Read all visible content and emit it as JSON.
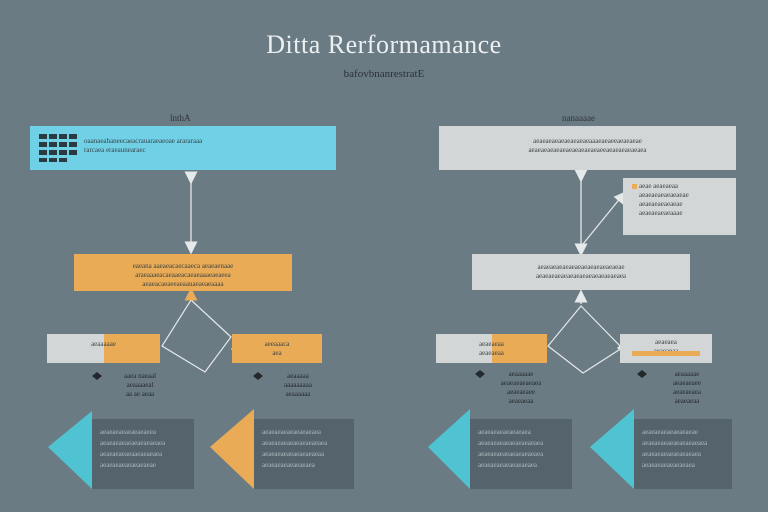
{
  "header": {
    "title": "Ditta  Rerformamance",
    "subtitle": "bafovbnanrestratE"
  },
  "colors": {
    "background": "#6b7b84",
    "cyan": "#6fd0e6",
    "orange": "#e9ab55",
    "light_gray": "#d3d6d6",
    "dark_panel": "#55646c"
  },
  "left": {
    "label": "lnthA",
    "top_box_text": "oaanaeahaneecaeacrauaraeaeoae arararaaa\nrarcaea eraeaunearaec",
    "middle_box_text": "eaeana aaeaeacaecaaeca aeaeaenaae\naraeaaaeacaeaaeacaeaeaaaeaeaeea\naeaeacaeaeeaeaauaeaeaeaaaa",
    "left_node_text": "aeaaaaae",
    "right_node_text": "aeeaaaca\naea",
    "label_a": "aaea naeaal\naeaaaaeal\naa ae aeaa",
    "label_b": "aeaaaaa\naaaaaaaaa\naeaaaaaa",
    "card_a_text": "aeaeaeaeaeaeaeaeea\naeaeaeaeaeaeaeaeaeaea\naeaeaeaeaeaaeaeaeaea\naeaeaeaeaeaeaeaeae",
    "card_b_text": "aeaeaeaeaeaeaeaeaea\naeaeaeaeaeaeaeaeaeaea\naeaeaeaeaeaeaeaeaeaa\naeaeaeaeaeaeaeaea"
  },
  "right": {
    "label": "nanaaaae",
    "top_box_text": "aeaeaeaeaeaeaeaeaeaaaeaeaeeaeaeaeae\naeaeaeaeaeaeaeaeaeaeaeaeeaeaeaeaeaeaea",
    "callout_text": "aeae aeaeaeaa\naeaeaeaeaeaeaeae\naeaeaeaeaeaeae\naeaeaeaeaeaaae",
    "middle_box_text": "aeaeaeaeaeaeaeaeaeaeaeaeaeae\naeaeaeaeaeaeaeaeaeaeaeaeaeaea",
    "left_node_text": "aeaeaeaa\naeaeaeaa",
    "right_node_text": "aeaeaea\naeaeaeaa",
    "label_a": "aeaaaaae\naeaeaeaeaeaea\naeaeaeaee\naeaeaeaa",
    "label_b": "aeaaaaae\naeaeaeaee\naeaeaeaea\naeaeaeaa",
    "card_a_text": "aeaeaeaeaeaeaeaea\naeaeaeaeaeaeaeaeaeaea\naeaeaeaeaeaeaeaeaeaea\naeaeaeaeaeaeaeaeaea",
    "card_b_text": "aeaeaeaeaeaeaeaeae\naeaeaeaeaeaeaeaeaeaea\naeaeaeaeaeaeaeaeaea\naeaeaeaeaeaeaeaea"
  }
}
